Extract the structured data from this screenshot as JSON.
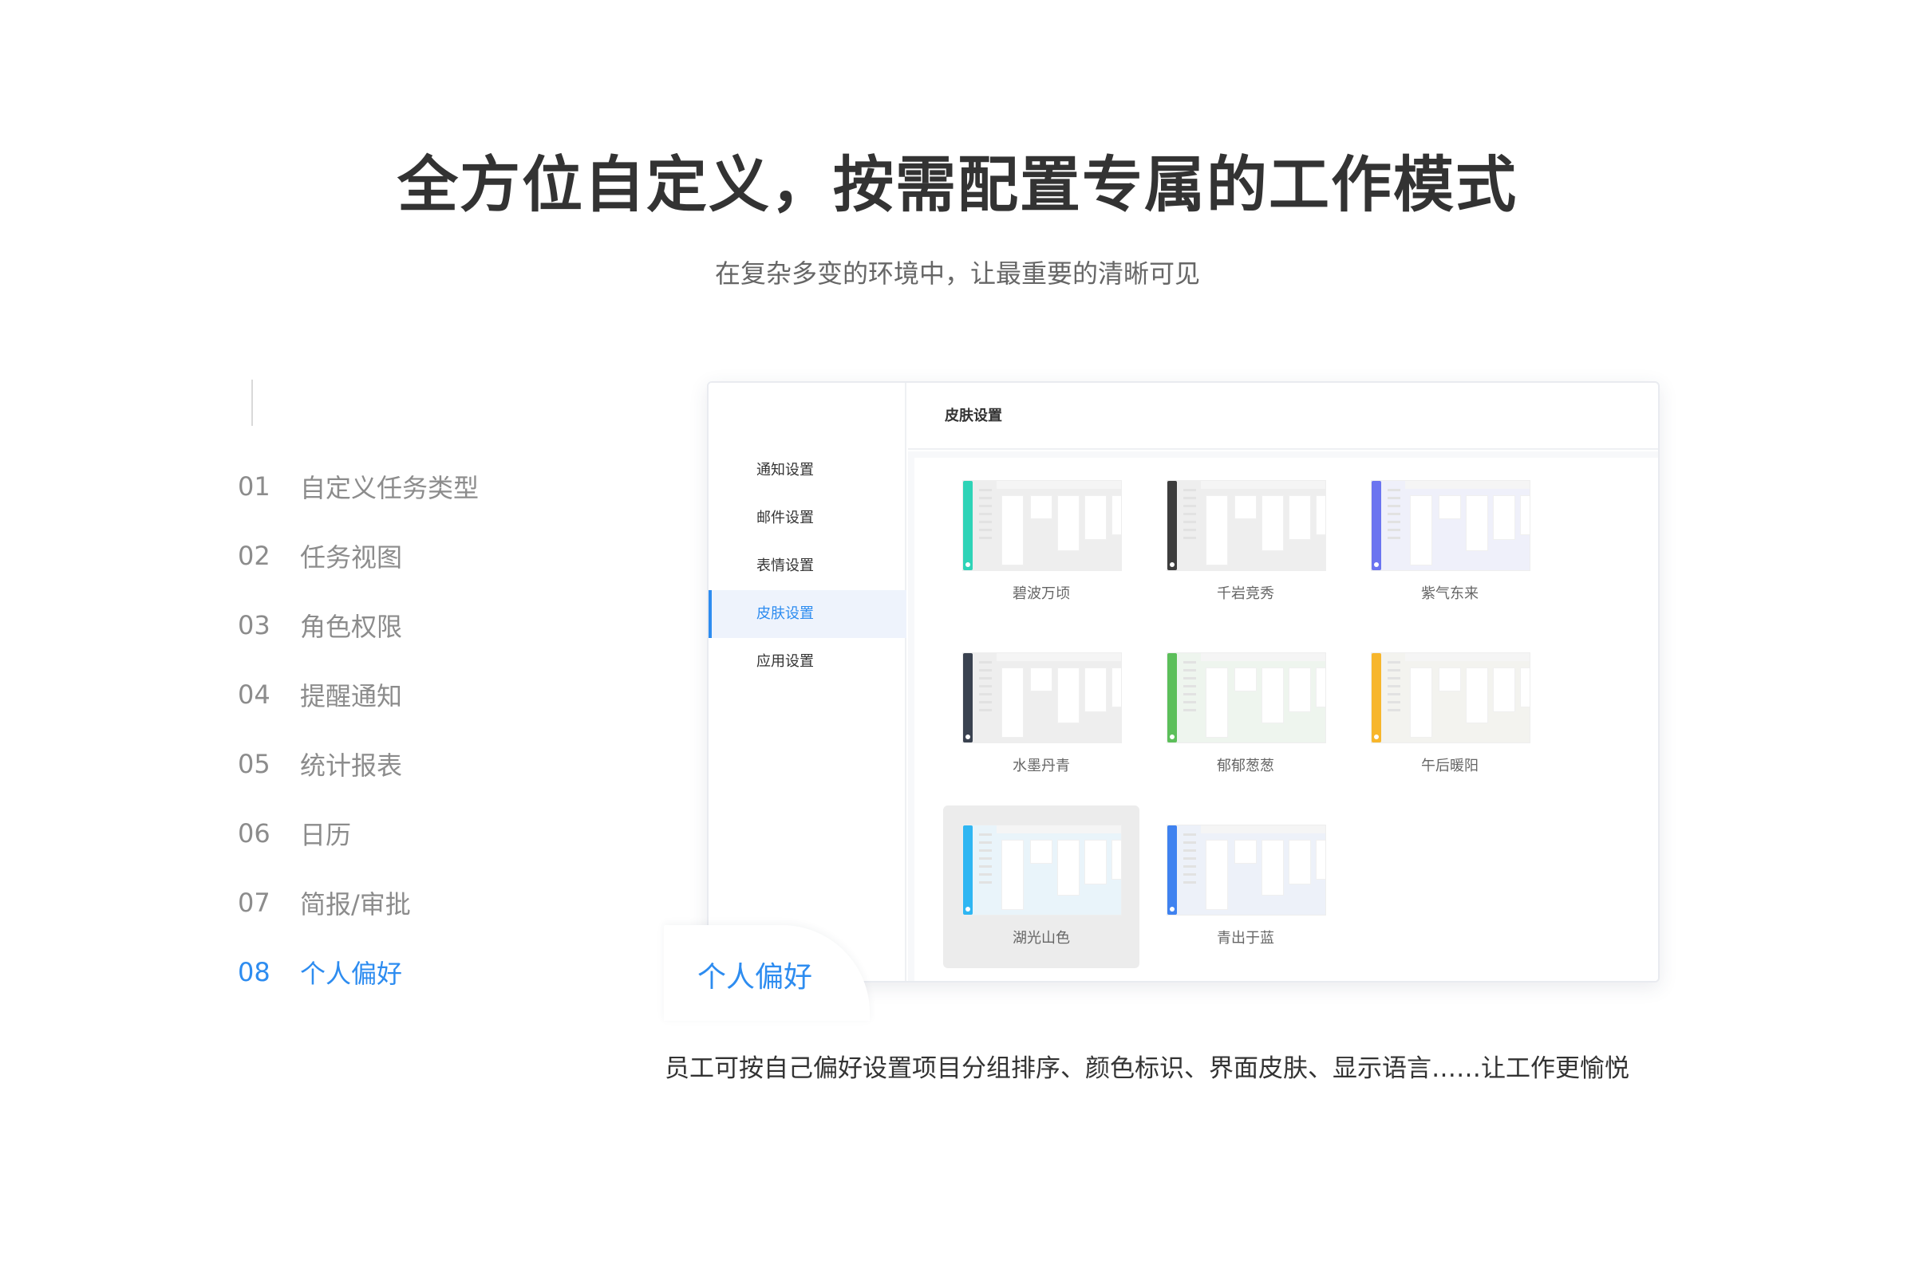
{
  "header": {
    "title": "全方位自定义，按需配置专属的工作模式",
    "subtitle": "在复杂多变的环境中，让最重要的清晰可见"
  },
  "features": [
    {
      "num": "01",
      "label": "自定义任务类型"
    },
    {
      "num": "02",
      "label": "任务视图"
    },
    {
      "num": "03",
      "label": "角色权限"
    },
    {
      "num": "04",
      "label": "提醒通知"
    },
    {
      "num": "05",
      "label": "统计报表"
    },
    {
      "num": "06",
      "label": "日历"
    },
    {
      "num": "07",
      "label": "简报/审批"
    },
    {
      "num": "08",
      "label": "个人偏好"
    }
  ],
  "active_feature": "08",
  "window": {
    "header_title": "皮肤设置",
    "menu": [
      "通知设置",
      "邮件设置",
      "表情设置",
      "皮肤设置",
      "应用设置"
    ],
    "active_menu": "皮肤设置",
    "skins": [
      {
        "name": "碧波万顷",
        "color": "#2ed3b7",
        "tint": "#eeeeee"
      },
      {
        "name": "千岩竞秀",
        "color": "#3d3d3d",
        "tint": "#eeeeee"
      },
      {
        "name": "紫气东来",
        "color": "#6b74f0",
        "tint": "#eff0fa"
      },
      {
        "name": "水墨丹青",
        "color": "#3a4250",
        "tint": "#eeeeee"
      },
      {
        "name": "郁郁葱葱",
        "color": "#5cbf5a",
        "tint": "#eef5ee"
      },
      {
        "name": "午后暖阳",
        "color": "#f7b62c",
        "tint": "#f3f3ef"
      },
      {
        "name": "湖光山色",
        "color": "#2fb6f2",
        "tint": "#e9f4fa"
      },
      {
        "name": "青出于蓝",
        "color": "#3f82f0",
        "tint": "#edf1f9"
      }
    ],
    "selected_skin": "湖光山色"
  },
  "float_tab": {
    "label": "个人偏好"
  },
  "caption": "员工可按自己偏好设置项目分组排序、颜色标识、界面皮肤、显示语言……让工作更愉悦",
  "colors": {
    "accent": "#2d8cf0",
    "text": "#333333",
    "muted": "#8c8c8c"
  }
}
